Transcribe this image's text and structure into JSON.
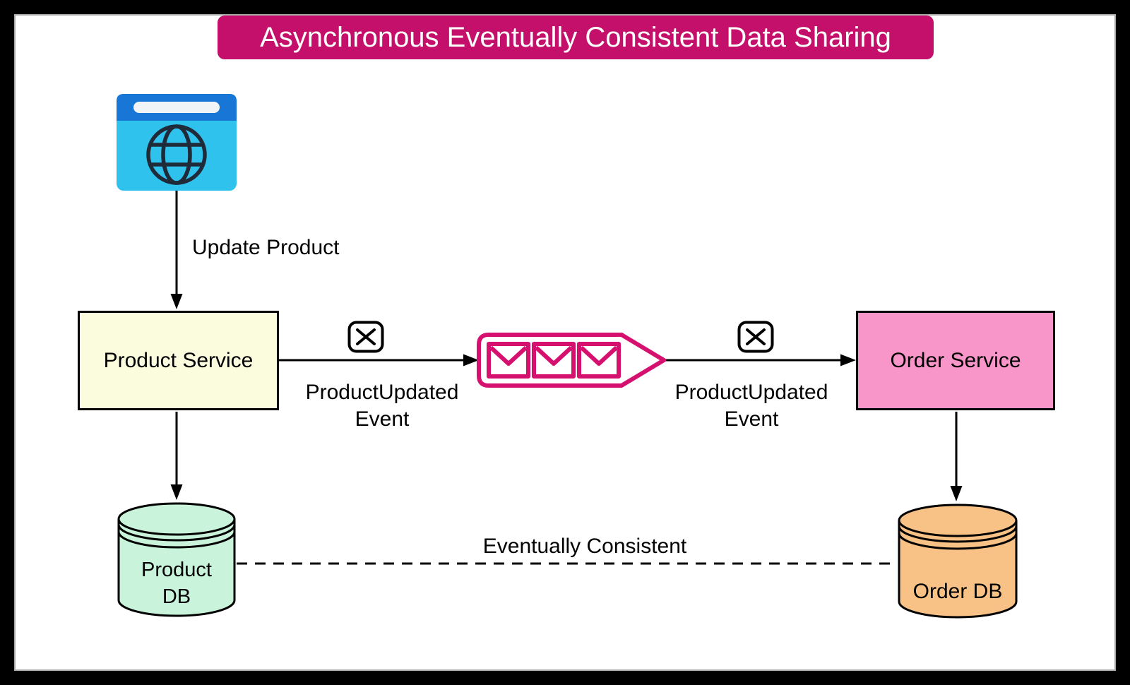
{
  "title_banner": {
    "text": "Asynchronous Eventually Consistent Data Sharing",
    "bg_color": "#C5106B",
    "text_color": "#FFFFFF"
  },
  "browser": {
    "icon": "web-browser-globe-icon",
    "topbar_color": "#1877D6",
    "body_color": "#2FC2ED",
    "addressbar_color": "#F1F4F6",
    "globe_color": "#1F2B38"
  },
  "nodes": {
    "product_service": {
      "label": "Product Service",
      "fill_color": "#FBFBDE"
    },
    "order_service": {
      "label": "Order Service",
      "fill_color": "#F996C9"
    },
    "product_db": {
      "label_line1": "Product",
      "label_line2": "DB",
      "fill_color": "#C9F3DA"
    },
    "order_db": {
      "label": "Order DB",
      "fill_color": "#F8C185"
    }
  },
  "queue": {
    "icon": "message-queue-icon",
    "stroke_color": "#D6106E",
    "fill_color": "#FFFFFF",
    "envelope_count": 3
  },
  "message_icon": {
    "icon": "envelope-message-icon",
    "stroke_color": "#000000"
  },
  "edges": {
    "update_product": {
      "label": "Update Product"
    },
    "publish_event": {
      "label_line1": "ProductUpdated",
      "label_line2": "Event"
    },
    "consume_event": {
      "label_line1": "ProductUpdated",
      "label_line2": "Event"
    },
    "eventually_consistent": {
      "label": "Eventually Consistent",
      "style": "dashed"
    }
  }
}
